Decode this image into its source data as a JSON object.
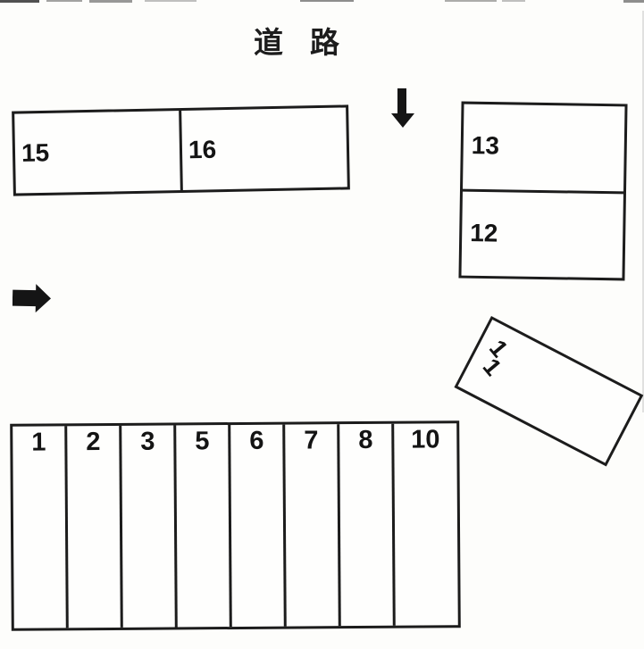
{
  "road_label": {
    "text": "道 路",
    "chars": [
      "道",
      "路"
    ]
  },
  "blocks": {
    "top_left": {
      "spaces": [
        "15",
        "16"
      ]
    },
    "right": {
      "spaces": [
        "13",
        "12"
      ]
    },
    "angled": {
      "label": "11",
      "digits": [
        "1",
        "1"
      ]
    },
    "bottom": {
      "spaces": [
        "1",
        "2",
        "3",
        "5",
        "6",
        "7",
        "8",
        "10"
      ]
    }
  },
  "icons": {
    "down_arrow": "down-arrow",
    "right_arrow": "right-arrow"
  },
  "colors": {
    "line": "#1c1c1c",
    "text": "#141414",
    "arrow": "#151515",
    "background": "#fdfdfb"
  }
}
